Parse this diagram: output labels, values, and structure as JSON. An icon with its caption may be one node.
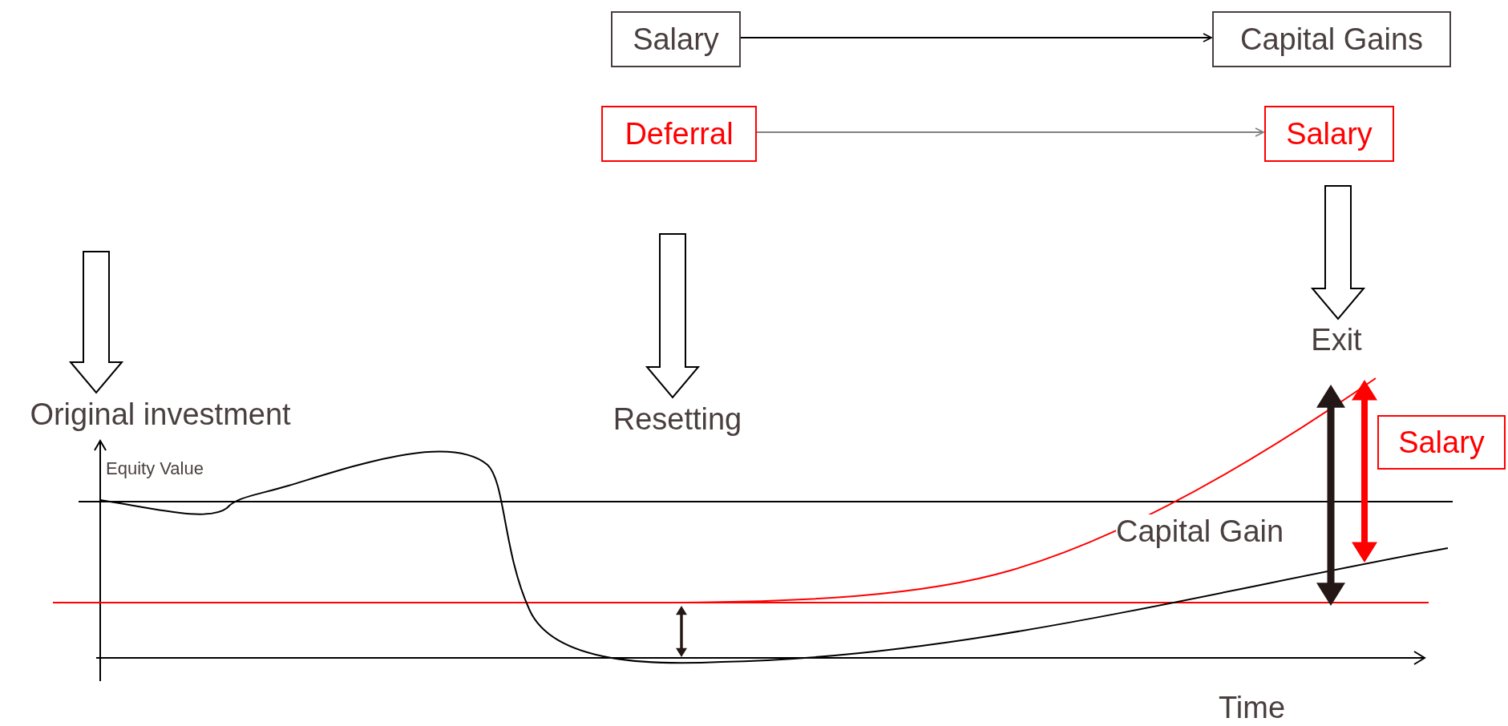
{
  "diagram": {
    "nodes": [
      {
        "text": [
          "Salary"
        ]
      },
      {
        "text": [
          "Capital Gains"
        ]
      },
      {
        "text": [
          "Deferral"
        ]
      },
      {
        "text": [
          "Salary"
        ]
      },
      {
        "text": [
          "Original investment"
        ]
      },
      {
        "text": [
          "Resetting"
        ]
      },
      {
        "text": [
          "Exit"
        ]
      },
      {
        "text": [
          "Salary"
        ]
      }
    ],
    "edges": [
      {
        "from": 0,
        "to": 1,
        "arrow": "to"
      },
      {
        "from": 2,
        "to": 3,
        "arrow": "to",
        "color": "#808080"
      },
      {
        "from": null,
        "to": 4,
        "arrow": "to"
      },
      {
        "from": null,
        "to": 5,
        "arrow": "to"
      },
      {
        "from": null,
        "to": 6,
        "arrow": "to"
      }
    ],
    "labels": [
      "Equity Value",
      "Capital Gain",
      "Time"
    ]
  }
}
